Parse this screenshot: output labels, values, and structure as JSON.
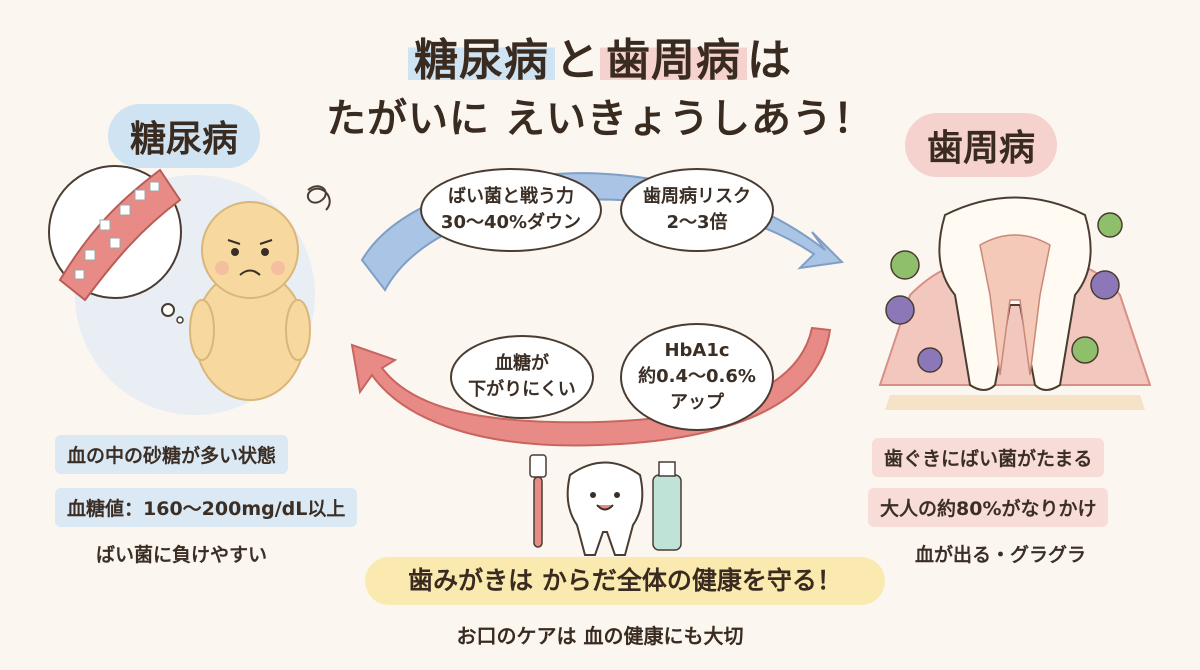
{
  "title": {
    "part1": "糖尿病",
    "connector": "と",
    "part2": "歯周病",
    "suffix": "は",
    "line2": "たがいに えいきょうしあう！"
  },
  "left": {
    "heading": "糖尿病",
    "facts": [
      "血の中の砂糖が多い状態",
      "血糖値：160〜200mg/dL以上",
      "ばい菌に負けやすい"
    ]
  },
  "right": {
    "heading": "歯周病",
    "facts": [
      "歯ぐきにばい菌がたまる",
      "大人の約80%がなりかけ",
      "血が出る・グラグラ"
    ]
  },
  "bubbles": {
    "top_left": [
      "ばい菌と戦う力",
      "30〜40%ダウン"
    ],
    "top_right": [
      "歯周病リスク",
      "2〜3倍"
    ],
    "bottom_left": [
      "血糖が",
      "下がりにくい"
    ],
    "bottom_right": [
      "HbA1c",
      "約0.4〜0.6%",
      "アップ"
    ]
  },
  "footer": {
    "banner": "歯みがきは からだ全体の健康を守る！",
    "subline": "お口のケアは 血の健康にも大切"
  },
  "colors": {
    "blue_accent": "#cfe3f2",
    "red_accent": "#f6d2cf",
    "yellow_banner": "#fbeab0",
    "arrow_blue": "#a9c4e4",
    "arrow_red": "#e88a86"
  },
  "icons": [
    "confused-scribble-icon",
    "toothbrush-icon",
    "toothpaste-icon",
    "germ-icon",
    "sugar-cube-icon"
  ]
}
